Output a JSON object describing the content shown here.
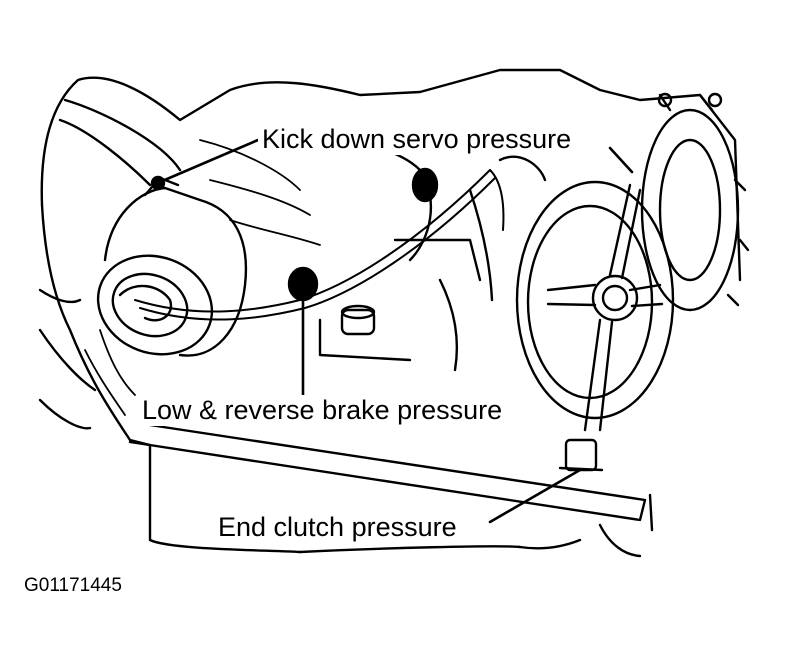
{
  "labels": {
    "kick_down_servo": "Kick down servo pressure",
    "low_reverse_brake": "Low & reverse brake pressure",
    "end_clutch": "End clutch pressure"
  },
  "figure_id": "G01171445",
  "colors": {
    "ink": "#000000",
    "paper": "#ffffff"
  }
}
